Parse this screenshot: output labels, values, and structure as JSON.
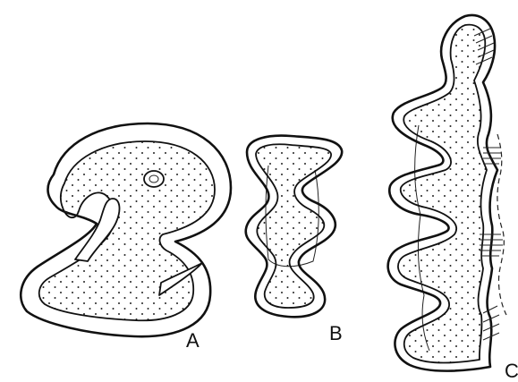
{
  "colors": {
    "ink": "#111111",
    "background": "#ffffff",
    "stipple": "#222222"
  },
  "figures": {
    "a": {
      "label": "A"
    },
    "b": {
      "label": "B"
    },
    "c": {
      "label": "C"
    }
  }
}
